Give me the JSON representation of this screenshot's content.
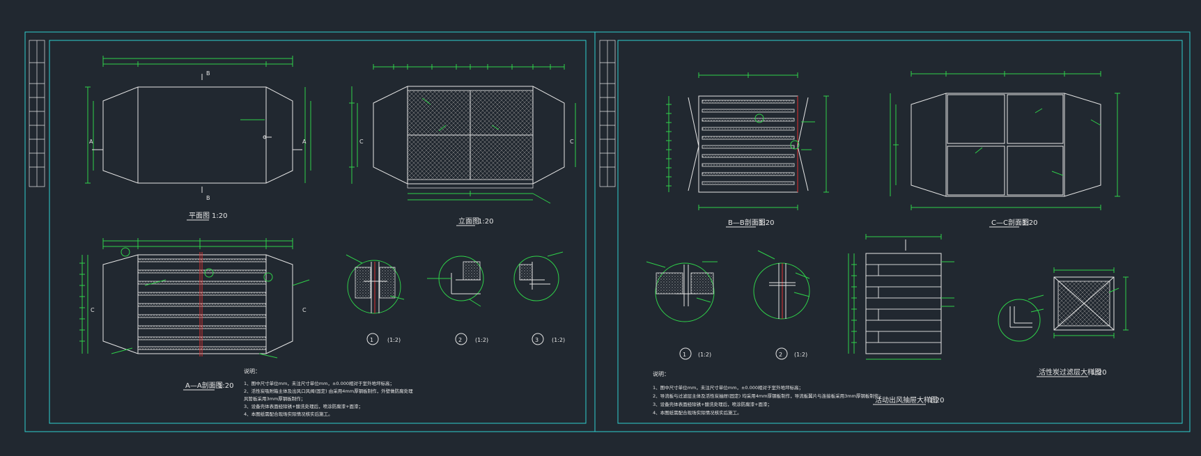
{
  "colors": {
    "background": "#212830",
    "linework": "#e6e6e6",
    "dimension": "#2fd24a",
    "frame": "#2fd0d0",
    "centerline": "#e03030"
  },
  "sheet_left": {
    "plan_title": "平面图",
    "plan_scale": "1:20",
    "front_title": "立面图",
    "front_scale": "1:20",
    "aa_title": "A—A剖面图",
    "aa_scale": "1:20",
    "detail_1": "1",
    "detail_1_scale": "(1:2)",
    "detail_2": "2",
    "detail_2_scale": "(1:2)",
    "detail_3": "3",
    "detail_3_scale": "(1:2)",
    "section_mark_b": "B",
    "section_mark_a": "A",
    "section_mark_c": "C",
    "notes_heading": "说明：",
    "notes": [
      "1、图中尺寸单位mm，未注尺寸单位mm，±0.000相对于室外地坪标高；",
      "2、活性炭吸附箱主体及出风口风阀(固定) 由采用4mm厚钢板制作，外壁做防腐处理",
      "   风管板采用3mm厚钢板制作；",
      "3、设备壳体表面经除锈+酸洗处理后，喷涂防腐漆+面漆；",
      "4、本图纸需配合现场实际情况核实后施工。"
    ]
  },
  "sheet_right": {
    "bb_title": "B—B剖面图",
    "bb_scale": "1:20",
    "cc_title": "C—C剖面图",
    "cc_scale": "1:20",
    "drawer_title": "活动出风抽屉大样图",
    "drawer_scale": "1:20",
    "filter_title": "活性炭过滤层大样图",
    "filter_scale": "1:20",
    "detail_1": "1",
    "detail_1_scale": "(1:2)",
    "detail_2": "2",
    "detail_2_scale": "(1:2)",
    "notes_heading": "说明：",
    "notes": [
      "1、图中尺寸单位mm，未注尺寸单位mm，±0.000相对于室外地坪标高；",
      "2、导流板与过滤层主体及活性炭抽屉(固定) 均采用4mm厚钢板制作，导流板翼片与连接板采用3mm厚钢板制作；",
      "3、设备壳体表面经除锈+酸洗处理后，喷涂防腐漆+面漆；",
      "4、本图纸需配合现场实际情况核实后施工。"
    ]
  }
}
